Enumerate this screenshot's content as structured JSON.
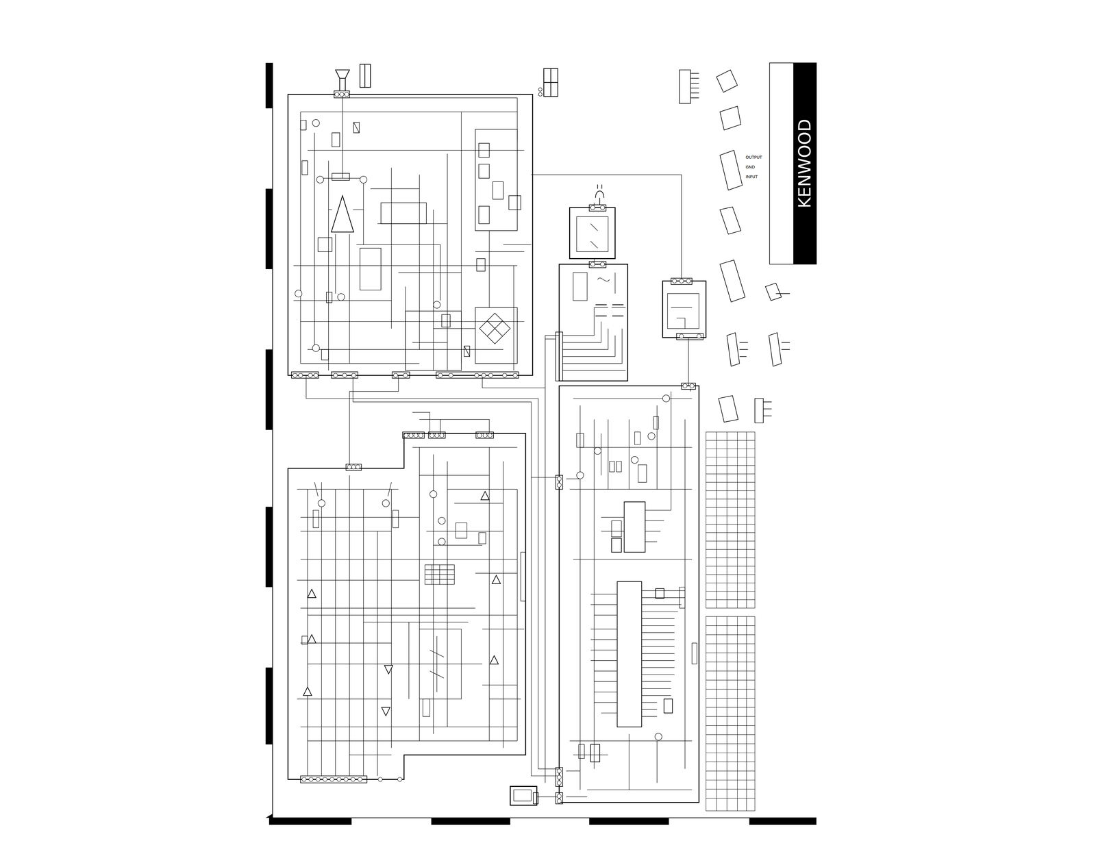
{
  "diagram": {
    "nodes": [
      {
        "text": [
          "KENWOOD"
        ]
      }
    ],
    "labels": [
      "OUTPUT",
      "GND",
      "INPUT"
    ]
  }
}
